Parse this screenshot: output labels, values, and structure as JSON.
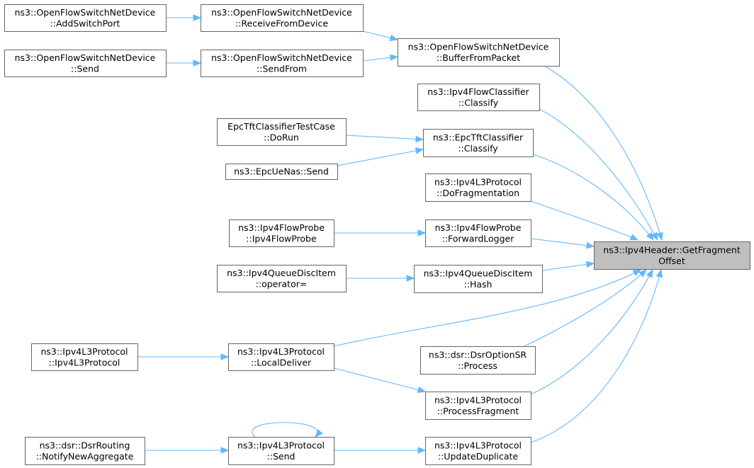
{
  "colors": {
    "edge": "#63b8ff",
    "node_border": "#666666",
    "node_fill": "#ffffff",
    "focus_fill": "#bfbfbf",
    "background": "#ffffff"
  },
  "nodes": [
    {
      "id": "n_addswitchport",
      "lines": [
        "ns3::OpenFlowSwitchNetDevice",
        "::AddSwitchPort"
      ]
    },
    {
      "id": "n_receivefromdevice",
      "lines": [
        "ns3::OpenFlowSwitchNetDevice",
        "::ReceiveFromDevice"
      ]
    },
    {
      "id": "n_ofsend",
      "lines": [
        "ns3::OpenFlowSwitchNetDevice",
        "::Send"
      ]
    },
    {
      "id": "n_sendfrom",
      "lines": [
        "ns3::OpenFlowSwitchNetDevice",
        "::SendFrom"
      ]
    },
    {
      "id": "n_bufferfrompacket",
      "lines": [
        "ns3::OpenFlowSwitchNetDevice",
        "::BufferFromPacket"
      ]
    },
    {
      "id": "n_ipv4flowclassify",
      "lines": [
        "ns3::Ipv4FlowClassifier",
        "::Classify"
      ]
    },
    {
      "id": "n_epcdorun",
      "lines": [
        "EpcTftClassifierTestCase",
        "::DoRun"
      ]
    },
    {
      "id": "n_epcuenassend",
      "lines": [
        "ns3::EpcUeNas::Send"
      ]
    },
    {
      "id": "n_epcclassify",
      "lines": [
        "ns3::EpcTftClassifier",
        "::Classify"
      ]
    },
    {
      "id": "n_dofragmentation",
      "lines": [
        "ns3::Ipv4L3Protocol",
        "::DoFragmentation"
      ]
    },
    {
      "id": "n_ipv4flowprobe",
      "lines": [
        "ns3::Ipv4FlowProbe",
        "::Ipv4FlowProbe"
      ]
    },
    {
      "id": "n_forwardlogger",
      "lines": [
        "ns3::Ipv4FlowProbe",
        "::ForwardLogger"
      ]
    },
    {
      "id": "n_qdoperator",
      "lines": [
        "ns3::Ipv4QueueDiscItem",
        "::operator="
      ]
    },
    {
      "id": "n_qdhash",
      "lines": [
        "ns3::Ipv4QueueDiscItem",
        "::Hash"
      ]
    },
    {
      "id": "n_getfragmentoffset",
      "lines": [
        "ns3::Ipv4Header::GetFragment",
        "Offset"
      ],
      "focus": true
    },
    {
      "id": "n_l3ctor",
      "lines": [
        "ns3::Ipv4L3Protocol",
        "::Ipv4L3Protocol"
      ]
    },
    {
      "id": "n_localdeliver",
      "lines": [
        "ns3::Ipv4L3Protocol",
        "::LocalDeliver"
      ]
    },
    {
      "id": "n_dsrprocess",
      "lines": [
        "ns3::dsr::DsrOptionSR",
        "::Process"
      ]
    },
    {
      "id": "n_processfragment",
      "lines": [
        "ns3::Ipv4L3Protocol",
        "::ProcessFragment"
      ]
    },
    {
      "id": "n_notifynewaggregate",
      "lines": [
        "ns3::dsr::DsrRouting",
        "::NotifyNewAggregate"
      ]
    },
    {
      "id": "n_l3send",
      "lines": [
        "ns3::Ipv4L3Protocol",
        "::Send"
      ]
    },
    {
      "id": "n_updateduplicate",
      "lines": [
        "ns3::Ipv4L3Protocol",
        "::UpdateDuplicate"
      ]
    }
  ],
  "edges": [
    {
      "from": "n_addswitchport",
      "to": "n_receivefromdevice"
    },
    {
      "from": "n_receivefromdevice",
      "to": "n_bufferfrompacket"
    },
    {
      "from": "n_ofsend",
      "to": "n_sendfrom"
    },
    {
      "from": "n_sendfrom",
      "to": "n_bufferfrompacket"
    },
    {
      "from": "n_bufferfrompacket",
      "to": "n_getfragmentoffset"
    },
    {
      "from": "n_ipv4flowclassify",
      "to": "n_getfragmentoffset"
    },
    {
      "from": "n_epcdorun",
      "to": "n_epcclassify"
    },
    {
      "from": "n_epcuenassend",
      "to": "n_epcclassify"
    },
    {
      "from": "n_epcclassify",
      "to": "n_getfragmentoffset"
    },
    {
      "from": "n_dofragmentation",
      "to": "n_getfragmentoffset"
    },
    {
      "from": "n_ipv4flowprobe",
      "to": "n_forwardlogger"
    },
    {
      "from": "n_forwardlogger",
      "to": "n_getfragmentoffset"
    },
    {
      "from": "n_qdoperator",
      "to": "n_qdhash"
    },
    {
      "from": "n_qdhash",
      "to": "n_getfragmentoffset"
    },
    {
      "from": "n_l3ctor",
      "to": "n_localdeliver"
    },
    {
      "from": "n_localdeliver",
      "to": "n_getfragmentoffset"
    },
    {
      "from": "n_localdeliver",
      "to": "n_processfragment"
    },
    {
      "from": "n_dsrprocess",
      "to": "n_getfragmentoffset"
    },
    {
      "from": "n_processfragment",
      "to": "n_getfragmentoffset"
    },
    {
      "from": "n_notifynewaggregate",
      "to": "n_l3send"
    },
    {
      "from": "n_l3send",
      "to": "n_l3send"
    },
    {
      "from": "n_l3send",
      "to": "n_updateduplicate"
    },
    {
      "from": "n_updateduplicate",
      "to": "n_getfragmentoffset"
    }
  ]
}
